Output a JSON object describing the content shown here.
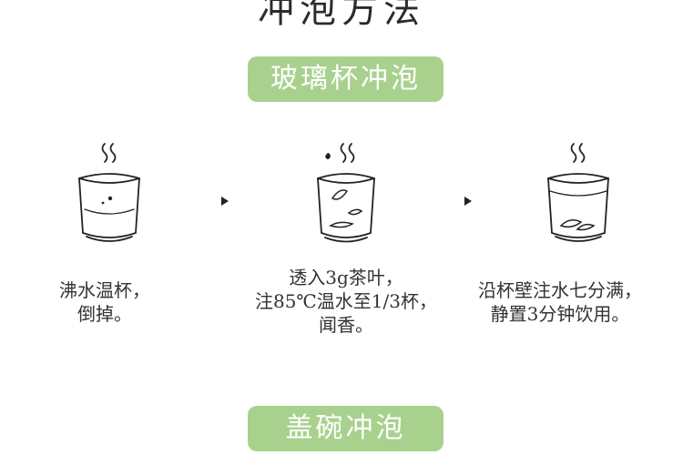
{
  "title": "冲泡方法",
  "colors": {
    "accent": "#a9d18e",
    "text": "#2b2b2b"
  },
  "section1": {
    "label": "玻璃杯冲泡"
  },
  "section2": {
    "label": "盖碗冲泡"
  },
  "steps": [
    {
      "icon": "steaming-glass-cup-icon",
      "lines": [
        "沸水温杯，",
        "倒掉。"
      ]
    },
    {
      "icon": "glass-cup-with-tea-leaves-icon",
      "lines": [
        "透入3g茶叶，",
        "注85℃温水至1/3杯，",
        "闻香。"
      ]
    },
    {
      "icon": "full-glass-cup-icon",
      "lines": [
        "沿杯壁注水七分满，",
        "静置3分钟饮用。"
      ]
    }
  ],
  "arrows": [
    "arrow-right-icon",
    "arrow-right-icon"
  ]
}
